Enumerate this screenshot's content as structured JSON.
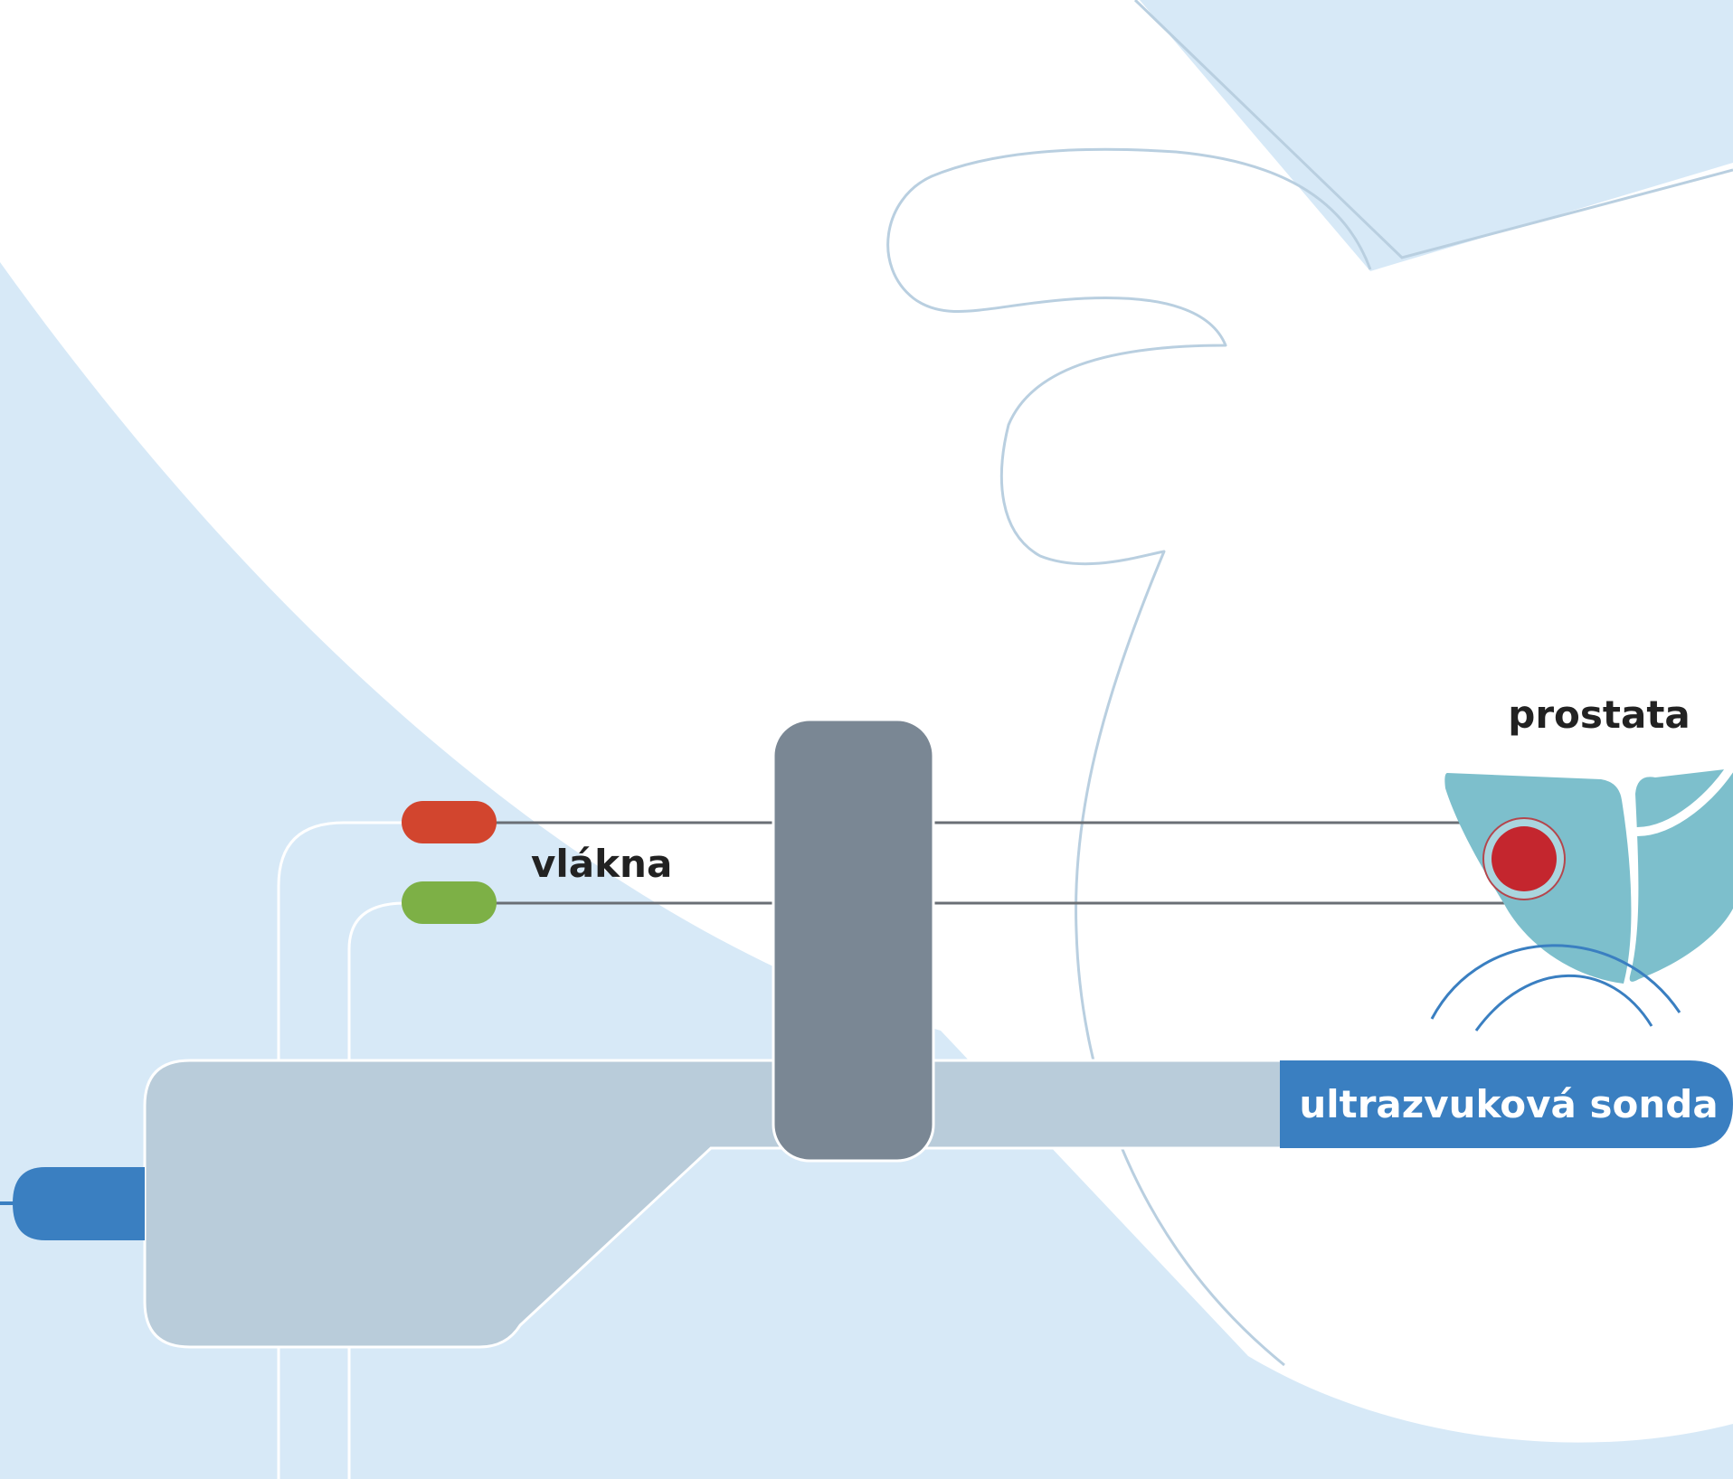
{
  "labels": {
    "fibers": "vlákna",
    "prostate": "prostata",
    "probe": "ultrazvuková sonda"
  },
  "colors": {
    "background": "#d7e9f7",
    "body_fill": "#ffffff",
    "body_outline": "#b9cfe0",
    "fiber_red": "#d2452e",
    "fiber_green": "#7db046",
    "fiber_line": "#6a6f75",
    "template_grid": "#7a8794",
    "probe_body": "#b9ccda",
    "probe_tip": "#3a7fc1",
    "prostate_tissue": "#7dbfcc",
    "tumor": "#c4262e",
    "label_text": "#222222",
    "probe_label_text": "#ffffff"
  }
}
